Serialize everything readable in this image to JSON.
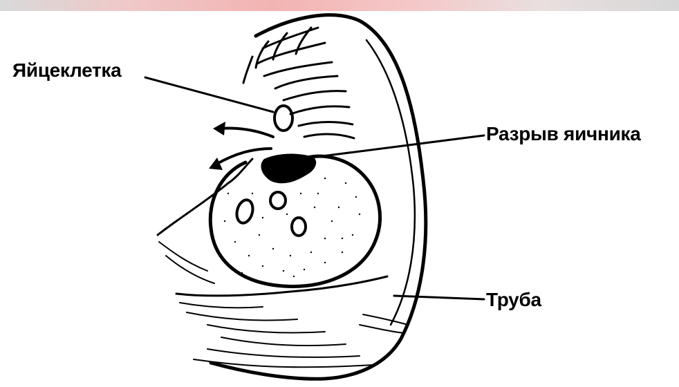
{
  "labels": {
    "egg": "Яйцеклетка",
    "rupture": "Разрыв яичника",
    "tube": "Труба"
  },
  "colors": {
    "ink": "#000000",
    "background": "#ffffff",
    "banner": "#f3b3b3"
  }
}
